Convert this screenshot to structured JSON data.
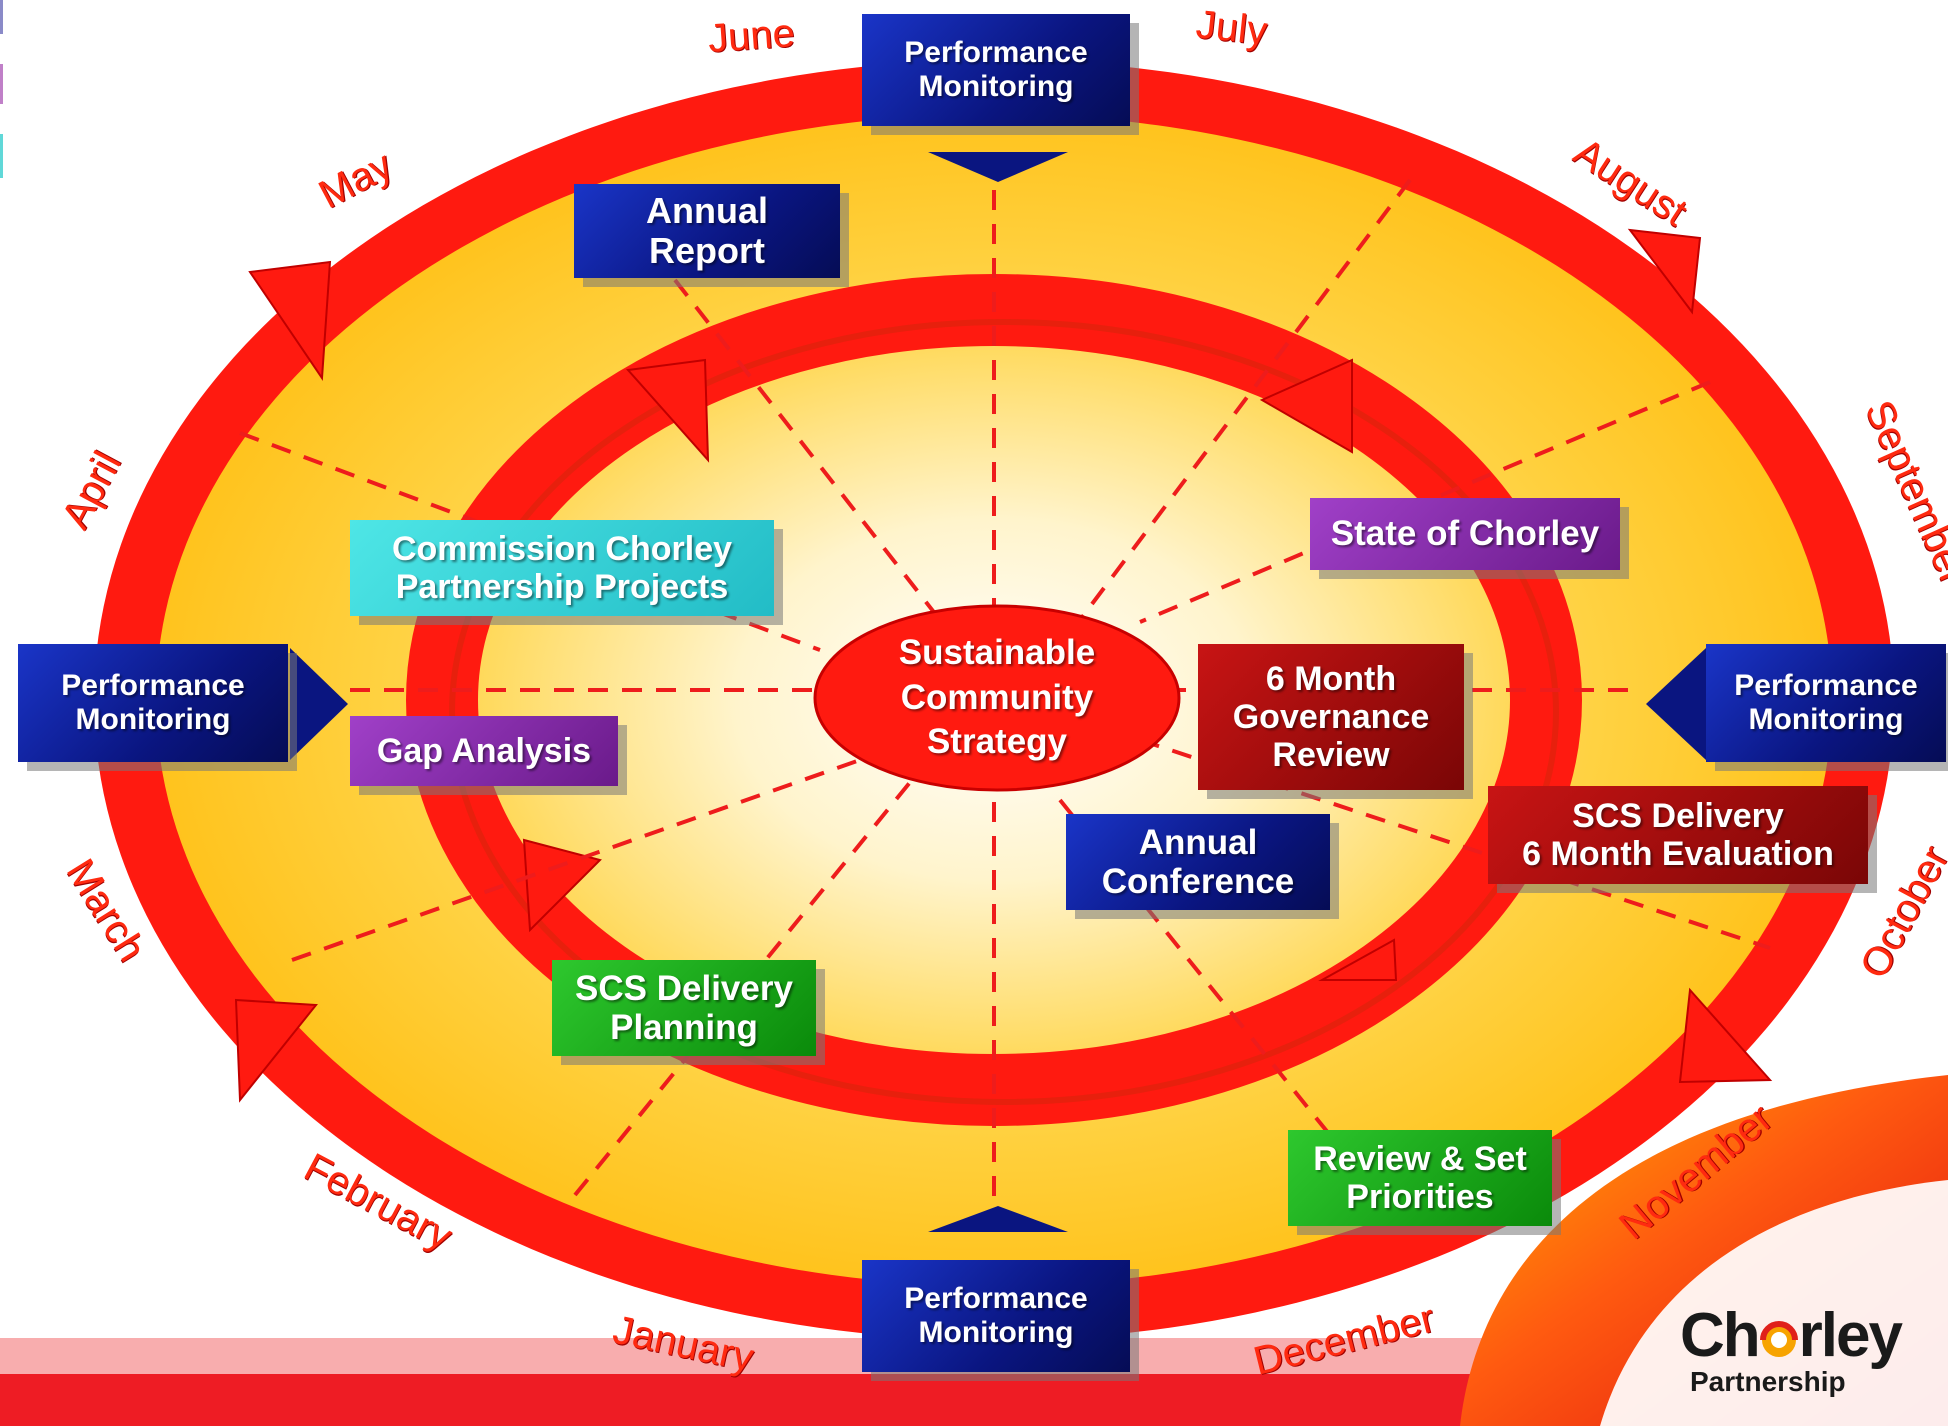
{
  "center": {
    "label": "Sustainable\nCommunity\nStrategy"
  },
  "months": {
    "june": "June",
    "july": "July",
    "august": "August",
    "september": "September",
    "october": "October",
    "november": "November",
    "december": "December",
    "january": "January",
    "february": "February",
    "march": "March",
    "april": "April",
    "may": "May"
  },
  "boxes": {
    "performance_monitoring_top": "Performance\nMonitoring",
    "performance_monitoring_left": "Performance\nMonitoring",
    "performance_monitoring_right": "Performance\nMonitoring",
    "performance_monitoring_bottom": "Performance\nMonitoring",
    "annual_report": "Annual\nReport",
    "commission_projects": "Commission Chorley\nPartnership Projects",
    "gap_analysis": "Gap Analysis",
    "state_of_chorley": "State of Chorley",
    "governance_review": "6 Month\nGovernance\nReview",
    "scs_evaluation": "SCS Delivery\n6 Month Evaluation",
    "annual_conference": "Annual\nConference",
    "scs_delivery_planning": "SCS Delivery\nPlanning",
    "review_set_priorities": "Review & Set\nPriorities"
  },
  "logo": {
    "name_before": "Ch",
    "name_after": "rley",
    "sub": "Partnership"
  },
  "colors": {
    "ring_red": "#ff1a10",
    "ellipse_gold": "#ffc21a",
    "box_blue": "#0a1580",
    "box_purple": "#7a2a9a",
    "box_cyan": "#30d0d8",
    "box_green": "#119a11",
    "box_darkred": "#8a0808"
  }
}
